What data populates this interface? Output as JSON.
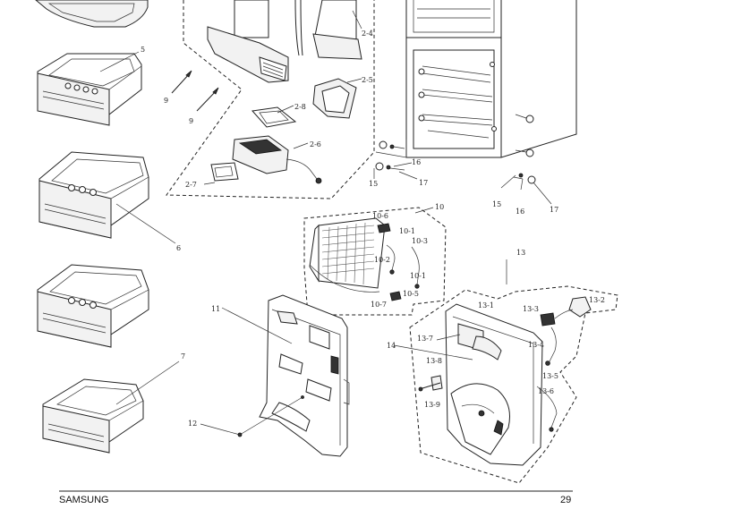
{
  "footer": {
    "brand": "SAMSUNG",
    "page_number": "29"
  },
  "callouts": {
    "c_2_4": "2-4",
    "c_2_5": "2-5",
    "c_2_6": "2-6",
    "c_2_7": "2-7",
    "c_2_8": "2-8",
    "c_5": "5",
    "c_6": "6",
    "c_7": "7",
    "c_9a": "9",
    "c_9b": "9",
    "c_10": "10",
    "c_10_1a": "10-1",
    "c_10_1b": "10-1",
    "c_10_2": "10-2",
    "c_10_3": "10-3",
    "c_10_5": "10-5",
    "c_10_6": "10-6",
    "c_10_7": "10-7",
    "c_11": "11",
    "c_12": "12",
    "c_13": "13",
    "c_13_1": "13-1",
    "c_13_2": "13-2",
    "c_13_3": "13-3",
    "c_13_4": "13-4",
    "c_13_5": "13-5",
    "c_13_6": "13-6",
    "c_13_7": "13-7",
    "c_13_8": "13-8",
    "c_13_9": "13-9",
    "c_14": "14",
    "c_15a": "15",
    "c_15b": "15",
    "c_16a": "16",
    "c_16b": "16",
    "c_17a": "17",
    "c_17b": "17"
  }
}
